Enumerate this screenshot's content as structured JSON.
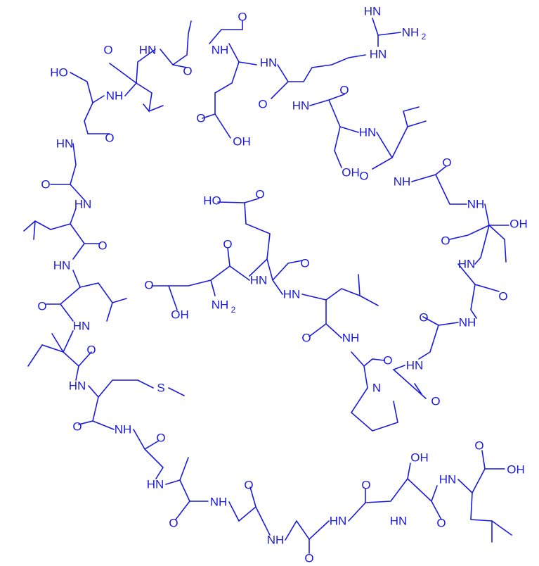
{
  "colors": {
    "structure": "#1a1adf",
    "background": "#ffffff"
  },
  "labels": {
    "HO_ser1": "HO",
    "NH_1": "NH",
    "HN_val1": "HN",
    "NH_ala1": "NH",
    "HN_glu1": "HN",
    "HN_arg1": "HN",
    "NH_arg_imine": "HN",
    "NH2_arg": "NH",
    "NH2_arg_sub": "2",
    "HN_arg_guan": "HN",
    "OH_glu1": "OH",
    "HN_ser2": "HN",
    "NH_val2": "NH",
    "HN_gly2": "HN",
    "NH_gly3": "NH",
    "OH_thr": "OH",
    "NH_thr": "HN",
    "NH_gly4": "NH",
    "HN_ala2": "HN",
    "N_pro": "N",
    "HN_gly1": "HN",
    "HN_leu1": "HN",
    "HN_leu2": "HN",
    "HN_ile": "HN",
    "HN_met": "HN",
    "S_met": "S",
    "NH_gly5": "NH",
    "HN_ala3": "HN",
    "NH_gly6": "NH",
    "NH_gly7": "NH",
    "HN_gly8": "HN",
    "HN_ser3": "HN",
    "OH_ser2": "OH",
    "OH_ser3": "OH",
    "HN_leu4": "HN",
    "OH_leu4": "OH",
    "HO_glu2": "HO",
    "NH_glu2": "HN",
    "OH_asp": "OH",
    "NH2_asp": "NH",
    "NH2_asp_sub": "2",
    "HN_leu3": "HN",
    "NH_ala4": "NH",
    "O": "O"
  }
}
